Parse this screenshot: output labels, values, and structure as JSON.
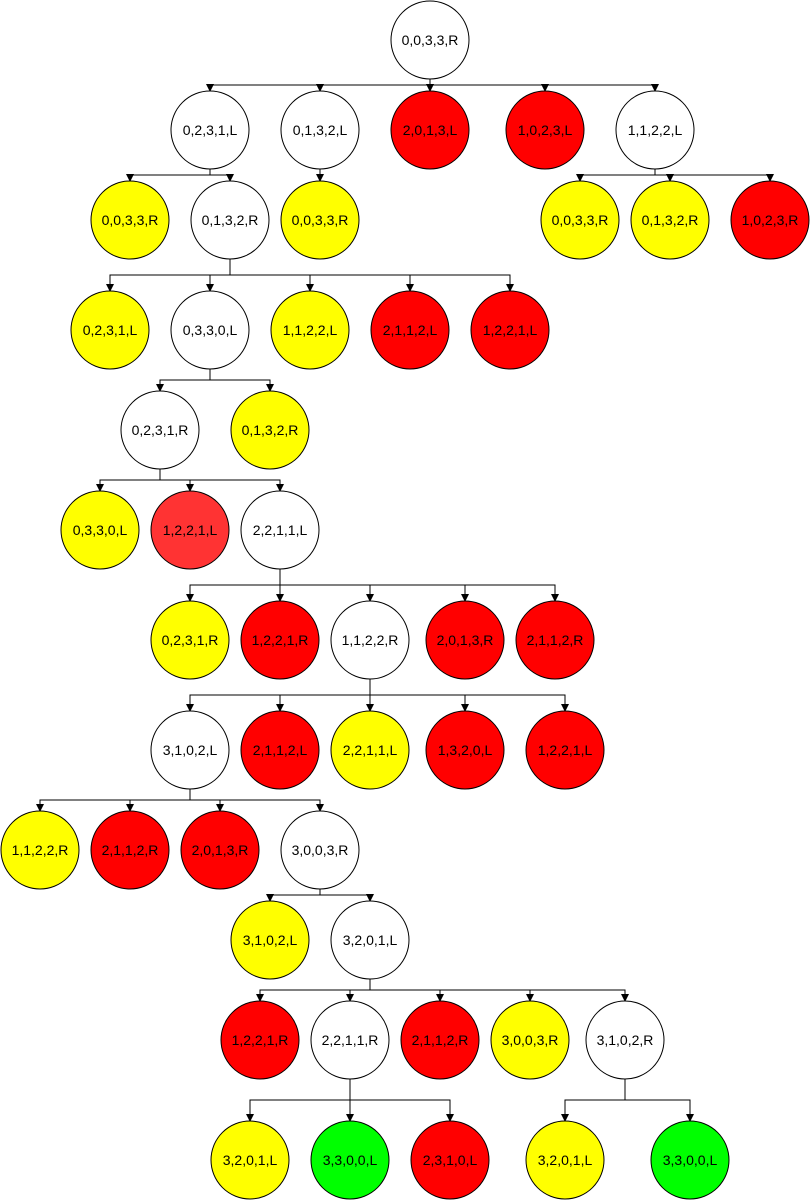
{
  "colors": {
    "white": "#ffffff",
    "yellow": "#ffff00",
    "red": "#ff0000",
    "light_red": "#ff3333",
    "green": "#00ff00",
    "stroke": "#000000"
  },
  "nodes": [
    {
      "id": "n_0033R_root",
      "label": "0,0,3,3,R",
      "color": "white"
    },
    {
      "id": "n_0231L_a",
      "label": "0,2,3,1,L",
      "color": "white"
    },
    {
      "id": "n_0132L_a",
      "label": "0,1,3,2,L",
      "color": "white"
    },
    {
      "id": "n_2013L_a",
      "label": "2,0,1,3,L",
      "color": "red"
    },
    {
      "id": "n_1023L_a",
      "label": "1,0,2,3,L",
      "color": "red"
    },
    {
      "id": "n_1122L_a",
      "label": "1,1,2,2,L",
      "color": "white"
    },
    {
      "id": "n_0033R_a",
      "label": "0,0,3,3,R",
      "color": "yellow"
    },
    {
      "id": "n_0132R_a",
      "label": "0,1,3,2,R",
      "color": "white"
    },
    {
      "id": "n_0033R_b",
      "label": "0,0,3,3,R",
      "color": "yellow"
    },
    {
      "id": "n_0033R_c",
      "label": "0,0,3,3,R",
      "color": "yellow"
    },
    {
      "id": "n_0132R_b",
      "label": "0,1,3,2,R",
      "color": "yellow"
    },
    {
      "id": "n_1023R_a",
      "label": "1,0,2,3,R",
      "color": "red"
    },
    {
      "id": "n_0231L_b",
      "label": "0,2,3,1,L",
      "color": "yellow"
    },
    {
      "id": "n_0330L_a",
      "label": "0,3,3,0,L",
      "color": "white"
    },
    {
      "id": "n_1122L_b",
      "label": "1,1,2,2,L",
      "color": "yellow"
    },
    {
      "id": "n_2112L_a",
      "label": "2,1,1,2,L",
      "color": "red"
    },
    {
      "id": "n_1221L_a",
      "label": "1,2,2,1,L",
      "color": "red"
    },
    {
      "id": "n_0231R_a",
      "label": "0,2,3,1,R",
      "color": "white"
    },
    {
      "id": "n_0132R_c",
      "label": "0,1,3,2,R",
      "color": "yellow"
    },
    {
      "id": "n_0330L_b",
      "label": "0,3,3,0,L",
      "color": "yellow"
    },
    {
      "id": "n_1221L_b",
      "label": "1,2,2,1,L",
      "color": "light_red"
    },
    {
      "id": "n_2211L_a",
      "label": "2,2,1,1,L",
      "color": "white"
    },
    {
      "id": "n_0231R_b",
      "label": "0,2,3,1,R",
      "color": "yellow"
    },
    {
      "id": "n_1221R_a",
      "label": "1,2,2,1,R",
      "color": "red"
    },
    {
      "id": "n_1122R_a",
      "label": "1,1,2,2,R",
      "color": "white"
    },
    {
      "id": "n_2013R_a",
      "label": "2,0,1,3,R",
      "color": "red"
    },
    {
      "id": "n_2112R_a",
      "label": "2,1,1,2,R",
      "color": "red"
    },
    {
      "id": "n_3102L_a",
      "label": "3,1,0,2,L",
      "color": "white"
    },
    {
      "id": "n_2112L_b",
      "label": "2,1,1,2,L",
      "color": "red"
    },
    {
      "id": "n_2211L_b",
      "label": "2,2,1,1,L",
      "color": "yellow"
    },
    {
      "id": "n_1320L_a",
      "label": "1,3,2,0,L",
      "color": "red"
    },
    {
      "id": "n_1221L_c",
      "label": "1,2,2,1,L",
      "color": "red"
    },
    {
      "id": "n_1122R_b",
      "label": "1,1,2,2,R",
      "color": "yellow"
    },
    {
      "id": "n_2112R_b",
      "label": "2,1,1,2,R",
      "color": "red"
    },
    {
      "id": "n_2013R_b",
      "label": "2,0,1,3,R",
      "color": "red"
    },
    {
      "id": "n_3003R_a",
      "label": "3,0,0,3,R",
      "color": "white"
    },
    {
      "id": "n_3102L_b",
      "label": "3,1,0,2,L",
      "color": "yellow"
    },
    {
      "id": "n_3201L_a",
      "label": "3,2,0,1,L",
      "color": "white"
    },
    {
      "id": "n_1221R_b",
      "label": "1,2,2,1,R",
      "color": "red"
    },
    {
      "id": "n_2211R_a",
      "label": "2,2,1,1,R",
      "color": "white"
    },
    {
      "id": "n_2112R_c",
      "label": "2,1,1,2,R",
      "color": "red"
    },
    {
      "id": "n_3003R_b",
      "label": "3,0,0,3,R",
      "color": "yellow"
    },
    {
      "id": "n_3102R_a",
      "label": "3,1,0,2,R",
      "color": "white"
    },
    {
      "id": "n_3201L_b",
      "label": "3,2,0,1,L",
      "color": "yellow"
    },
    {
      "id": "n_3300L_a",
      "label": "3,3,0,0,L",
      "color": "green"
    },
    {
      "id": "n_2310L_a",
      "label": "2,3,1,0,L",
      "color": "red"
    },
    {
      "id": "n_3201L_c",
      "label": "3,2,0,1,L",
      "color": "yellow"
    },
    {
      "id": "n_3300L_b",
      "label": "3,3,0,0,L",
      "color": "green"
    }
  ],
  "edges": [
    {
      "from": "n_0033R_root",
      "to": "n_0231L_a"
    },
    {
      "from": "n_0033R_root",
      "to": "n_0132L_a"
    },
    {
      "from": "n_0033R_root",
      "to": "n_2013L_a"
    },
    {
      "from": "n_0033R_root",
      "to": "n_1023L_a"
    },
    {
      "from": "n_0033R_root",
      "to": "n_1122L_a"
    },
    {
      "from": "n_0231L_a",
      "to": "n_0033R_a"
    },
    {
      "from": "n_0231L_a",
      "to": "n_0132R_a"
    },
    {
      "from": "n_0132L_a",
      "to": "n_0033R_b"
    },
    {
      "from": "n_1122L_a",
      "to": "n_0033R_c"
    },
    {
      "from": "n_1122L_a",
      "to": "n_0132R_b"
    },
    {
      "from": "n_1122L_a",
      "to": "n_1023R_a"
    },
    {
      "from": "n_0132R_a",
      "to": "n_0231L_b"
    },
    {
      "from": "n_0132R_a",
      "to": "n_0330L_a"
    },
    {
      "from": "n_0132R_a",
      "to": "n_1122L_b"
    },
    {
      "from": "n_0132R_a",
      "to": "n_2112L_a"
    },
    {
      "from": "n_0132R_a",
      "to": "n_1221L_a"
    },
    {
      "from": "n_0330L_a",
      "to": "n_0231R_a"
    },
    {
      "from": "n_0330L_a",
      "to": "n_0132R_c"
    },
    {
      "from": "n_0231R_a",
      "to": "n_0330L_b"
    },
    {
      "from": "n_0231R_a",
      "to": "n_1221L_b"
    },
    {
      "from": "n_0231R_a",
      "to": "n_2211L_a"
    },
    {
      "from": "n_2211L_a",
      "to": "n_0231R_b"
    },
    {
      "from": "n_2211L_a",
      "to": "n_1221R_a"
    },
    {
      "from": "n_2211L_a",
      "to": "n_1122R_a"
    },
    {
      "from": "n_2211L_a",
      "to": "n_2013R_a"
    },
    {
      "from": "n_2211L_a",
      "to": "n_2112R_a"
    },
    {
      "from": "n_1122R_a",
      "to": "n_3102L_a"
    },
    {
      "from": "n_1122R_a",
      "to": "n_2112L_b"
    },
    {
      "from": "n_1122R_a",
      "to": "n_2211L_b"
    },
    {
      "from": "n_1122R_a",
      "to": "n_1320L_a"
    },
    {
      "from": "n_1122R_a",
      "to": "n_1221L_c"
    },
    {
      "from": "n_3102L_a",
      "to": "n_1122R_b"
    },
    {
      "from": "n_3102L_a",
      "to": "n_2112R_b"
    },
    {
      "from": "n_3102L_a",
      "to": "n_2013R_b"
    },
    {
      "from": "n_3102L_a",
      "to": "n_3003R_a"
    },
    {
      "from": "n_3003R_a",
      "to": "n_3102L_b"
    },
    {
      "from": "n_3003R_a",
      "to": "n_3201L_a"
    },
    {
      "from": "n_3201L_a",
      "to": "n_1221R_b"
    },
    {
      "from": "n_3201L_a",
      "to": "n_2211R_a"
    },
    {
      "from": "n_3201L_a",
      "to": "n_2112R_c"
    },
    {
      "from": "n_3201L_a",
      "to": "n_3003R_b"
    },
    {
      "from": "n_3201L_a",
      "to": "n_3102R_a"
    },
    {
      "from": "n_2211R_a",
      "to": "n_3201L_b"
    },
    {
      "from": "n_2211R_a",
      "to": "n_3300L_a"
    },
    {
      "from": "n_2211R_a",
      "to": "n_2310L_a"
    },
    {
      "from": "n_3102R_a",
      "to": "n_3201L_c"
    },
    {
      "from": "n_3102R_a",
      "to": "n_3300L_b"
    }
  ]
}
